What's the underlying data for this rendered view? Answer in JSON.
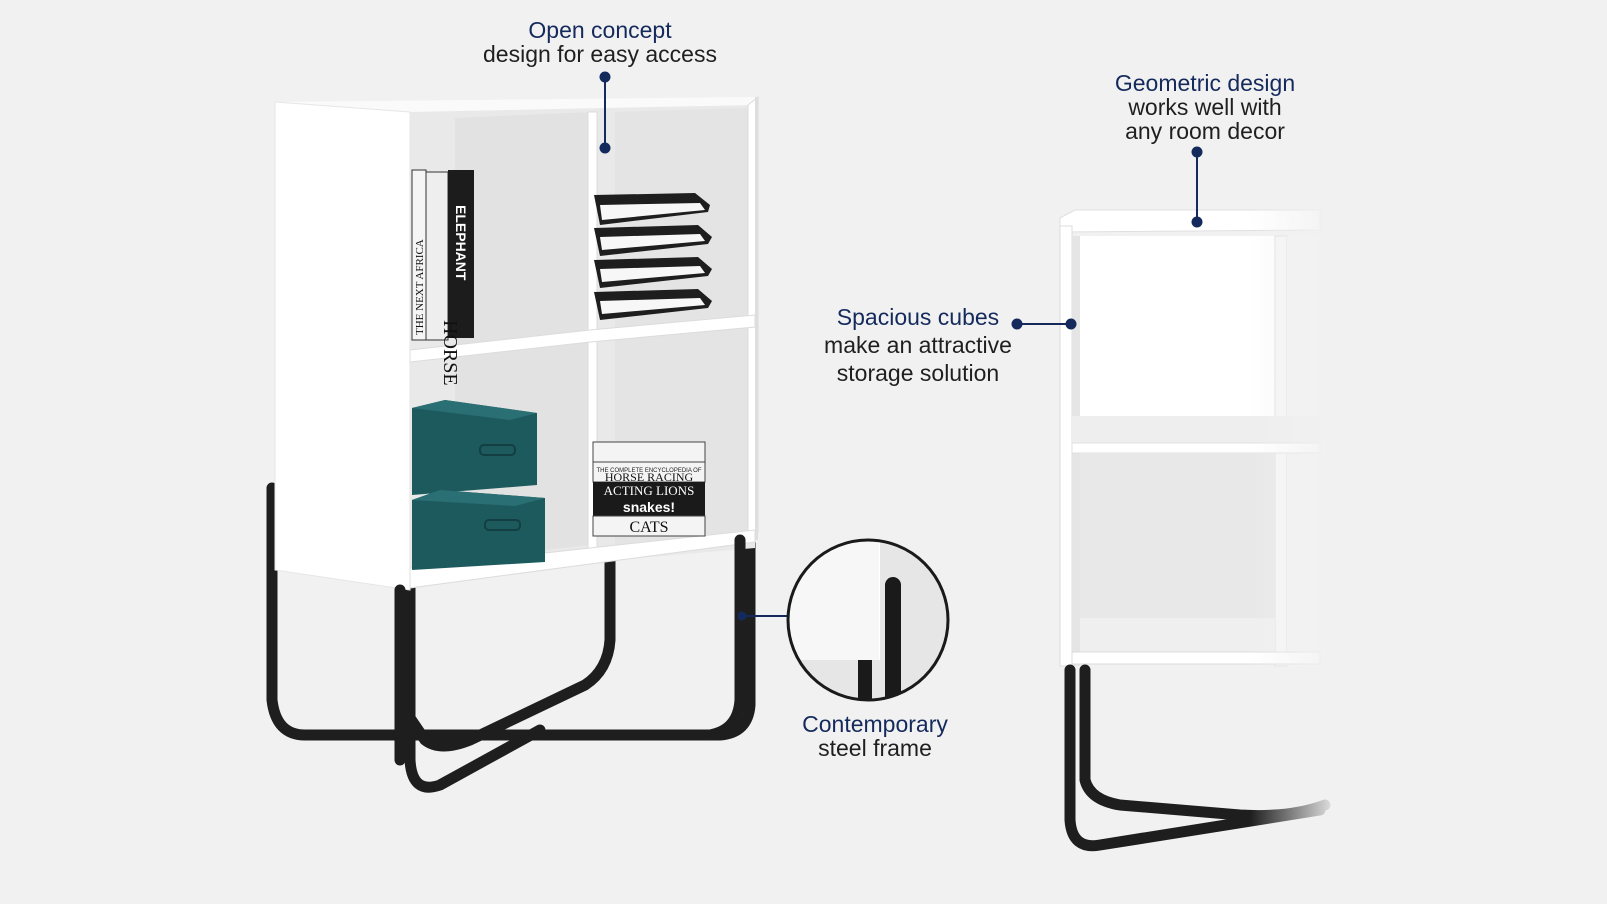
{
  "callouts": {
    "open_concept": {
      "title": "Open concept",
      "text": "design for easy access"
    },
    "geometric": {
      "title": "Geometric design",
      "lines": [
        "works well with",
        "any room decor"
      ]
    },
    "spacious": {
      "title": "Spacious cubes",
      "lines": [
        "make an attractive",
        "storage solution"
      ]
    },
    "frame": {
      "title": "Contemporary",
      "text": "steel frame"
    }
  },
  "products": {
    "books_left": [
      "THE NEXT AFRICA",
      "HORSE",
      "ELEPHANT"
    ],
    "books_right": [
      "THE COMPLETE ENCYCLOPEDIA OF",
      "HORSE RACING",
      "ACTING LIONS",
      "snakes!",
      "CATS"
    ]
  },
  "colors": {
    "background": "#f1f1f1",
    "accent": "#152a5c",
    "shelf_white": "#ffffff",
    "frame_black": "#1e1e1e",
    "box_teal": "#1d5a5e"
  }
}
